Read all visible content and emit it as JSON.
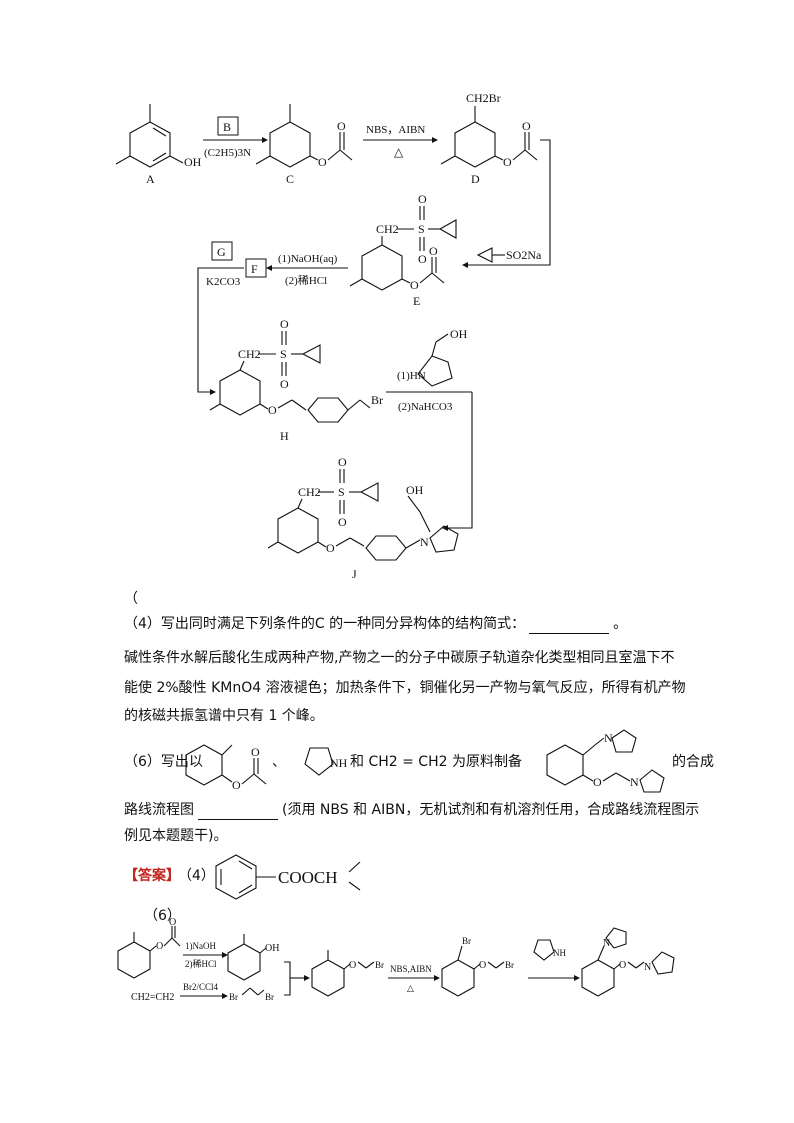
{
  "scheme": {
    "A": "A",
    "B": "B",
    "C": "C",
    "D": "D",
    "E": "E",
    "F": "F",
    "G": "G",
    "H": "H",
    "J": "J",
    "cond_c25n": "(C2H5)3N",
    "cond_nbs": "NBS，AIBN",
    "cond_delta": "△",
    "cond_naoh": "(1)NaOH(aq)",
    "cond_hcl": "(2)稀HCl",
    "cond_k2co3": "K2CO3",
    "cond_1hn": "(1)HN",
    "cond_nahco3": "(2)NaHCO3",
    "lbl_ch2br": "CH2Br",
    "lbl_ch2": "CH2",
    "lbl_s": "S",
    "lbl_o": "O",
    "lbl_oh": "OH",
    "lbl_br": "Br",
    "lbl_n": "N",
    "lbl_so2na": "SO2Na"
  },
  "questions": {
    "paren": "（",
    "q4_intro": "（4）写出同时满足下列条件的C 的一种同分异构体的结构简式：",
    "q4_end": "。",
    "q4_line1": "碱性条件水解后酸化生成两种产物,产物之一的分子中碳原子轨道杂化类型相同且室温下不",
    "q4_line2": "能使 2%酸性 KMnO4 溶液褪色；加热条件下，铜催化另一产物与氧气反应，所得有机产物",
    "q4_line3": "的核磁共振氢谱中只有 1 个峰。",
    "q6_a": "（6）写出以",
    "q6_b": "、",
    "q6_c": "和 CH2 = CH2 为原料制备",
    "q6_d": "的合成",
    "q6_line2": "路线流程图",
    "q6_line2b": "(须用 NBS 和 AIBN，无机试剂和有机溶剂任用，合成路线流程图示",
    "q6_line3": "例见本题题干)。"
  },
  "answer": {
    "label": "【答案】",
    "a4_num": "（4）",
    "a4_formula": "COOCH",
    "a6_num": "（6）",
    "a6_c1": "1)NaOH",
    "a6_c2": "2)稀HCl",
    "a6_c3": "Br2/CCl4",
    "a6_c4": "NBS,AIBN",
    "a6_c5": "△",
    "a6_ethene": "CH2=CH2",
    "a6_nh": "NH",
    "a6_oh": "OH",
    "a6_o": "O",
    "a6_br": "Br",
    "a6_n": "N"
  }
}
